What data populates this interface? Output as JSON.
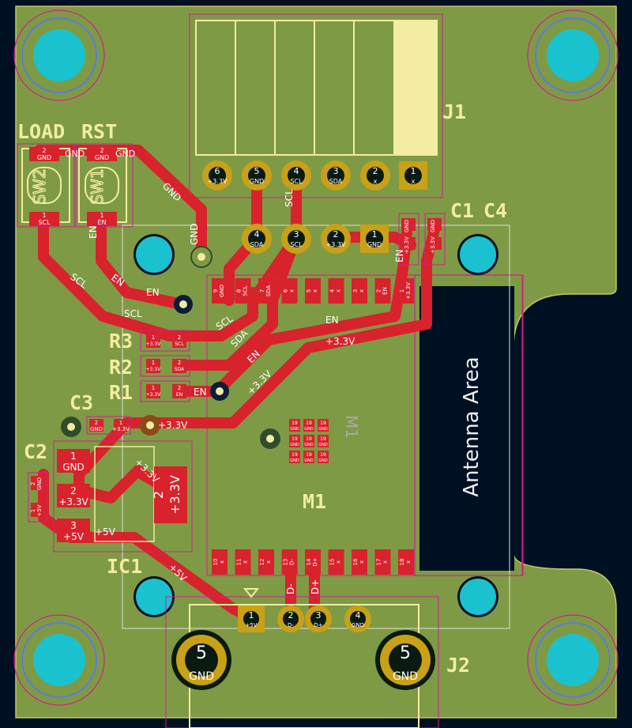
{
  "board": {
    "colors": {
      "background": "#001023",
      "board": "#7f9a44",
      "copper": "#d8222c",
      "silk": "#f2eda1",
      "mounting_hole": "#19c2ce",
      "pad_gold": "#c8a116",
      "courtyard": "#d21e8f"
    }
  },
  "refs": {
    "load": "LOAD",
    "rst": "RST",
    "sw2": "SW2",
    "sw1": "SW1",
    "j1": "J1",
    "c1": "C1",
    "c4": "C4",
    "r3": "R3",
    "r2": "R2",
    "r1": "R1",
    "c3": "C3",
    "c2": "C2",
    "ic1": "IC1",
    "m1": "M1",
    "m1_mirror": "M1",
    "j2": "J2"
  },
  "antenna": {
    "label": "Antenna Area"
  },
  "j1_pins": [
    {
      "num": "6",
      "net": "+3.3V"
    },
    {
      "num": "5",
      "net": "GND"
    },
    {
      "num": "4",
      "net": "SCL"
    },
    {
      "num": "3",
      "net": "SDA"
    },
    {
      "num": "2",
      "net": "x"
    },
    {
      "num": "1",
      "net": "x"
    }
  ],
  "header4_pins": [
    {
      "num": "4",
      "net": "SDA"
    },
    {
      "num": "3",
      "net": "SCL"
    },
    {
      "num": "2",
      "net": "+3.3V"
    },
    {
      "num": "1",
      "net": "GND"
    }
  ],
  "sw2": {
    "pin2": "2",
    "pin2_net": "GND",
    "pin1": "1",
    "pin1_net": "SCL"
  },
  "sw1": {
    "pin2": "2",
    "pin2_net": "GND",
    "pin1": "1",
    "pin1_net": "EN"
  },
  "cap_c1": {
    "a": "GND",
    "b": "+3.3V"
  },
  "cap_c4": {
    "a": "GND",
    "b": "+3.3V"
  },
  "resistors": [
    {
      "left": "1",
      "left_net": "+3.3V",
      "right": "2",
      "right_net": "SCL"
    },
    {
      "left": "1",
      "left_net": "+3.3V",
      "right": "2",
      "right_net": "SDA"
    },
    {
      "left": "1",
      "left_net": "+3.3V",
      "right": "2",
      "right_net": "EN"
    }
  ],
  "c3": {
    "a": "2",
    "a_net": "GND",
    "b": "1",
    "b_net": "+3.3V"
  },
  "c2": {
    "a": "2",
    "a_net": "GND",
    "b": "1",
    "b_net": "+5V"
  },
  "ic1_pins": [
    {
      "num": "1",
      "net": "GND"
    },
    {
      "num": "2",
      "net": "+3.3V"
    },
    {
      "num": "3",
      "net": "+5V"
    }
  ],
  "ic1_tab": {
    "num": "2",
    "net": "+3.3V"
  },
  "m1_top_pads": [
    {
      "num": "9",
      "net": "GND"
    },
    {
      "num": "8",
      "net": "SCL"
    },
    {
      "num": "7",
      "net": "SDA"
    },
    {
      "num": "6",
      "net": "x"
    },
    {
      "num": "5",
      "net": "x"
    },
    {
      "num": "4",
      "net": "x"
    },
    {
      "num": "3",
      "net": "x"
    },
    {
      "num": "2",
      "net": "EN"
    },
    {
      "num": "1",
      "net": "+3.3V"
    }
  ],
  "m1_bottom_pads": [
    {
      "num": "10",
      "net": "x"
    },
    {
      "num": "11",
      "net": "x"
    },
    {
      "num": "12",
      "net": "x"
    },
    {
      "num": "13",
      "net": "D-"
    },
    {
      "num": "14",
      "net": "D+"
    },
    {
      "num": "15",
      "net": "x"
    },
    {
      "num": "16",
      "net": "x"
    },
    {
      "num": "17",
      "net": "x"
    },
    {
      "num": "18",
      "net": "x"
    }
  ],
  "m1_center": {
    "pad": "19",
    "net": "GND"
  },
  "j2_pins": [
    {
      "num": "1",
      "net": "+5V"
    },
    {
      "num": "2",
      "net": "D-"
    },
    {
      "num": "3",
      "net": "D+"
    },
    {
      "num": "4",
      "net": "GND"
    }
  ],
  "j2_shield": {
    "num": "5",
    "net": "GND"
  },
  "trace_labels": {
    "gnd_sw": "GND",
    "scl": "SCL",
    "en": "EN",
    "sda": "SDA",
    "v33": "+3.3V",
    "v5": "+5V",
    "dminus": "D-",
    "dplus": "D+"
  }
}
